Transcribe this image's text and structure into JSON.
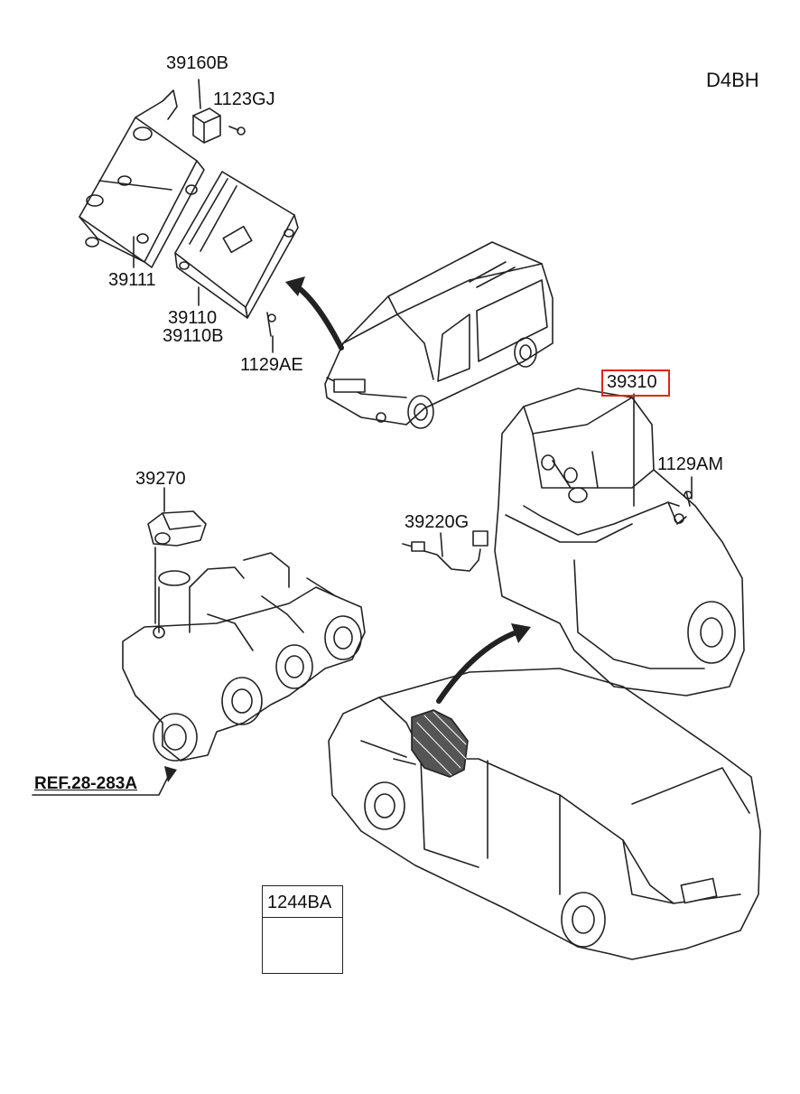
{
  "diagram": {
    "model_code": "D4BH",
    "parts": {
      "relay": "39160B",
      "relay_screw": "1123GJ",
      "ecu_bracket": "39111",
      "ecu": "39110",
      "ecu_alt": "39110B",
      "ecu_bolt": "1129AE",
      "crank_sensor": "39310",
      "crank_bolt": "1129AM",
      "temp_sensor": "39220G",
      "map_sensor": "39270",
      "intake_ref": "REF.28-283A",
      "screw_legend": "1244BA"
    },
    "colors": {
      "line": "#222222",
      "highlight": "#e0251b",
      "fill_dark": "#555555"
    }
  }
}
